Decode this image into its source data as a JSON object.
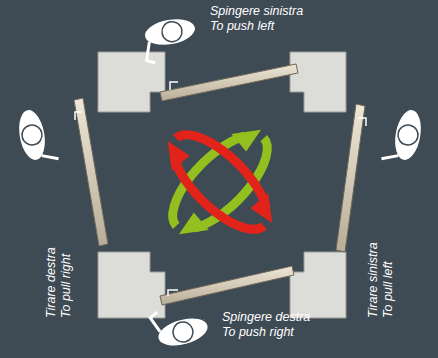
{
  "diagram": {
    "labels": [
      "Spingere sinistra",
      "To push left",
      "Tirare destra",
      "To pull right",
      "Tirare sinistra",
      "To pull left",
      "Spingere destra",
      "To push right"
    ]
  }
}
